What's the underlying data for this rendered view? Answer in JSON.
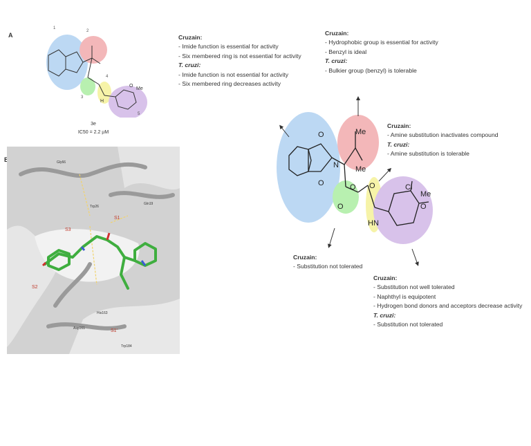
{
  "panel_a": {
    "label": "A",
    "compound_id": "3e",
    "ic50": "IC50 = 2.2 µM",
    "region_numbers": [
      "1",
      "2",
      "3",
      "4",
      "5"
    ],
    "atoms": {
      "methoxy": "Me",
      "oxygen": "O",
      "nitrogen": "N",
      "hydrogen": "H"
    }
  },
  "panel_b": {
    "label": "B",
    "residues": [
      "Gly66",
      "Trp26",
      "Gln19",
      "His163",
      "Asp161",
      "Trp184"
    ],
    "pockets": [
      "S3",
      "S1",
      "S2",
      "S1'"
    ]
  },
  "structure": {
    "atoms": {
      "o_top": "O",
      "o_bottom": "O",
      "n_imide": "N",
      "me_top": "Me",
      "me_bottom": "Me",
      "o_ester_ring": "O",
      "o_ester_link": "O",
      "o_amide": "O",
      "nh": "HN",
      "cl": "Cl",
      "me_methoxy": "Me",
      "o_methoxy": "O"
    },
    "colors": {
      "imide": "#bcd8f3",
      "hydrophobic": "#f3b7b9",
      "ester": "#b8f0b0",
      "amide": "#f6f3a8",
      "aryl": "#d8c2ea"
    }
  },
  "notes": {
    "imide": {
      "lines": [
        {
          "text": "Cruzain:",
          "header": true
        },
        {
          "text": "- Imide function is essential for activity"
        },
        {
          "text": "- Six membered ring is not essential for activity"
        },
        {
          "text": "T. cruzi:",
          "header": true
        },
        {
          "text": "- Imide function is not essential for activity"
        },
        {
          "text": "- Six membered ring decreases activity"
        }
      ]
    },
    "hydrophobic": {
      "lines": [
        {
          "text": "Cruzain:",
          "header": true
        },
        {
          "text": "- Hydrophobic group is essential for activity"
        },
        {
          "text": "- Benzyl is ideal"
        },
        {
          "text": "T. cruzi:",
          "header": true
        },
        {
          "text": "- Bulkier group (benzyl) is tolerable"
        }
      ]
    },
    "amide": {
      "lines": [
        {
          "text": "Cruzain:",
          "header": true
        },
        {
          "text": "- Amine substitution inactivates compound"
        },
        {
          "text": "T. cruzi:",
          "header": true
        },
        {
          "text": "- Amine substitution is tolerable"
        }
      ]
    },
    "ester": {
      "lines": [
        {
          "text": "Cruzain:",
          "header": true
        },
        {
          "text": "- Substitution not tolerated"
        }
      ]
    },
    "aryl": {
      "lines": [
        {
          "text": "Cruzain:",
          "header": true
        },
        {
          "text": "- Substitution not well tolerated"
        },
        {
          "text": "- Naphthyl is equipotent"
        },
        {
          "text": "- Hydrogen bond donors and acceptors decrease activity"
        },
        {
          "text": "T. cruzi:",
          "header": true
        },
        {
          "text": "- Substitution not tolerated"
        }
      ]
    }
  }
}
